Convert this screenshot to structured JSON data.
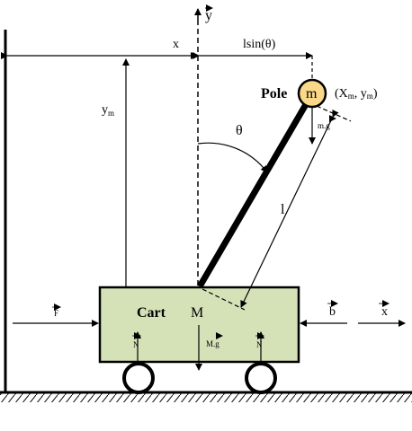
{
  "labels": {
    "y_axis": "y",
    "x_cart": "x",
    "l_sin_theta": "lsin(θ)",
    "pole": "Pole",
    "mass_m": "m",
    "coords_prefix": "(X",
    "coords_x_sub": "m",
    "coords_sep": ", y",
    "coords_y_sub": "m",
    "coords_suffix": ")",
    "ym_main": "y",
    "ym_sub": "m",
    "gravity_pole": "m.g",
    "theta": "θ",
    "length": "l",
    "cart": "Cart",
    "cart_mass": "M",
    "force": "F",
    "friction": "b",
    "x_axis": "x",
    "normal_left": "N",
    "normal_right": "N",
    "gravity_cart": "M.g"
  },
  "colors": {
    "cart_fill": "#d5e2b8",
    "mass_fill": "#f9d889",
    "stroke": "#000000"
  }
}
